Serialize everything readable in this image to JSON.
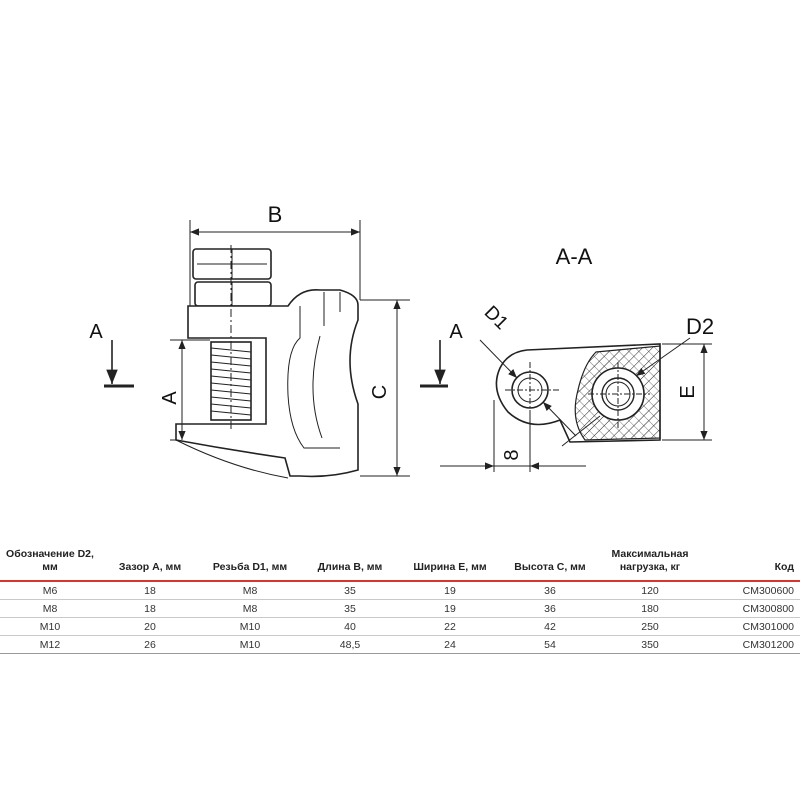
{
  "drawing": {
    "section_label": "A-A",
    "dims": {
      "B": "B",
      "A_gap": "A",
      "C": "C",
      "A_left": "A",
      "A_right": "A",
      "D1": "D1",
      "D2": "D2",
      "E": "E",
      "eight": "8"
    }
  },
  "table": {
    "headers": [
      "Обозначение D2, мм",
      "Зазор А, мм",
      "Резьба D1, мм",
      "Длина В, мм",
      "Ширина Е, мм",
      "Высота С, мм",
      "Максимальная нагрузка, кг",
      "Код"
    ],
    "rows": [
      [
        "М6",
        "18",
        "М8",
        "35",
        "19",
        "36",
        "120",
        "CM300600"
      ],
      [
        "М8",
        "18",
        "М8",
        "35",
        "19",
        "36",
        "180",
        "CM300800"
      ],
      [
        "М10",
        "20",
        "М10",
        "40",
        "22",
        "42",
        "250",
        "CM301000"
      ],
      [
        "М12",
        "26",
        "М10",
        "48,5",
        "24",
        "54",
        "350",
        "CM301200"
      ]
    ]
  },
  "colors": {
    "accent": "#d9352f",
    "line": "#222222"
  }
}
